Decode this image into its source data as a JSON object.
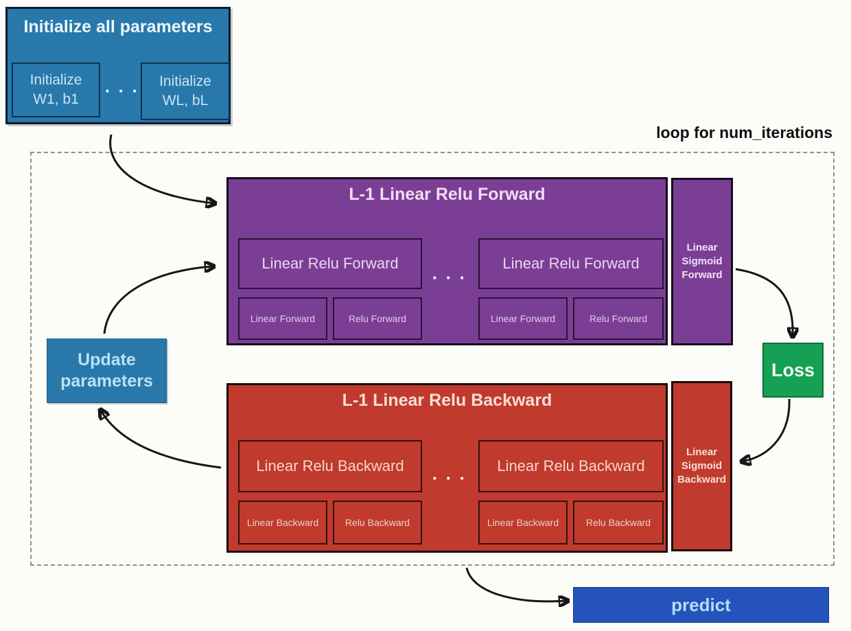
{
  "colors": {
    "steel_blue": "#2878ab",
    "purple": "#7a3f95",
    "red": "#c03a2e",
    "green": "#16a053",
    "royal_blue": "#2453bb",
    "light_blue_text": "#b9e2f4"
  },
  "init_box": {
    "title": "Initialize all parameters",
    "sub1": "Initialize\nW1, b1",
    "dots": "· · ·",
    "sub2": "Initialize\nWL, bL"
  },
  "loop": {
    "label": "loop for num_iterations"
  },
  "forward": {
    "title": "L-1 Linear Relu Forward",
    "unit1_main": "Linear Relu Forward",
    "unit1_sub1": "Linear Forward",
    "unit1_sub2": "Relu Forward",
    "dots": "· · ·",
    "unit2_main": "Linear Relu Forward",
    "unit2_sub1": "Linear Forward",
    "unit2_sub2": "Relu Forward",
    "sigmoid": "Linear\nSigmoid\nForward"
  },
  "backward": {
    "title": "L-1 Linear Relu Backward",
    "unit1_main": "Linear Relu Backward",
    "unit1_sub1": "Linear Backward",
    "unit1_sub2": "Relu Backward",
    "dots": "· · ·",
    "unit2_main": "Linear Relu Backward",
    "unit2_sub1": "Linear Backward",
    "unit2_sub2": "Relu Backward",
    "sigmoid": "Linear\nSigmoid\nBackward"
  },
  "loss": {
    "label": "Loss"
  },
  "update": {
    "label": "Update\nparameters"
  },
  "predict": {
    "label": "predict"
  }
}
